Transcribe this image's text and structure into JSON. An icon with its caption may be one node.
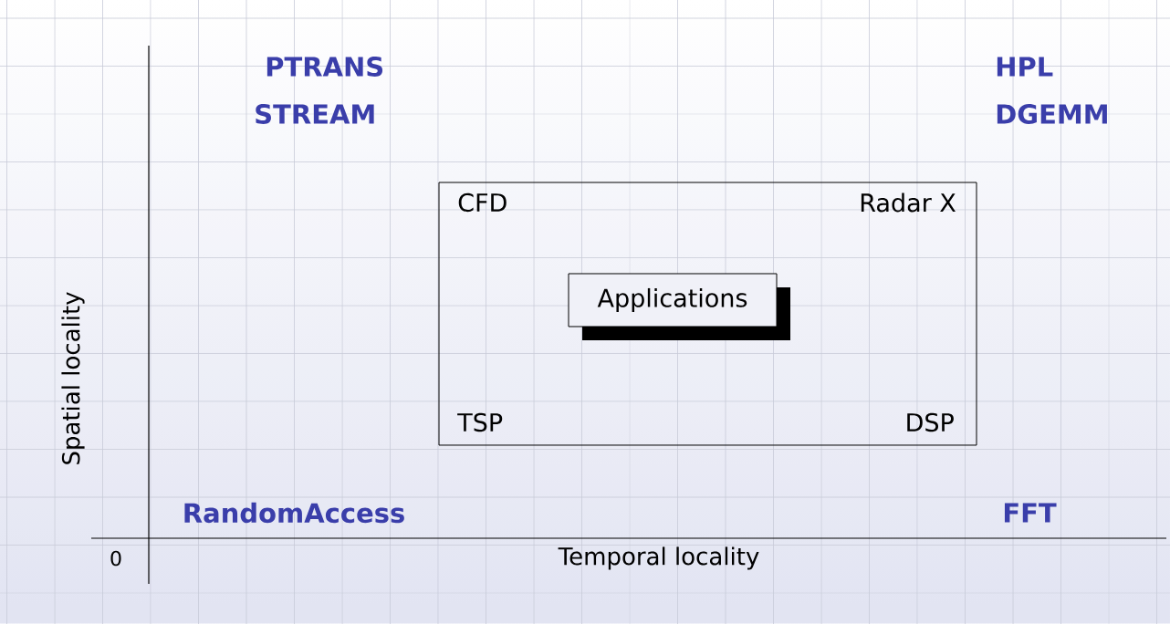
{
  "diagram": {
    "nodes": [
      {
        "text": [
          "CFD",
          "Radar X",
          "TSP",
          "DSP"
        ]
      },
      {
        "text": [
          "Applications"
        ],
        "in": 0
      }
    ],
    "labels": [
      "PTRANS",
      "STREAM",
      "HPL",
      "DGEMM",
      "Spatial locality",
      "RandomAccess",
      "FFT",
      "0",
      "Temporal locality"
    ]
  }
}
